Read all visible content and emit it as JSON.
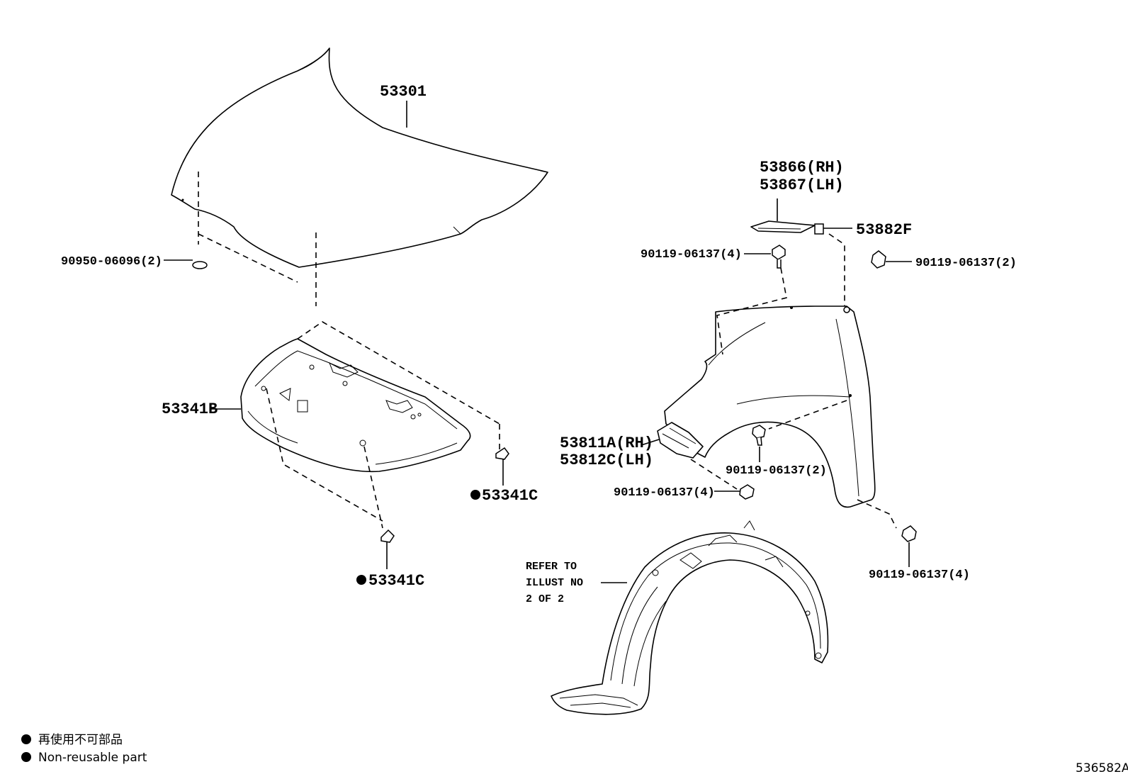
{
  "callouts": {
    "hood": "53301",
    "hood_clip": "90950-06096(2)",
    "insulator": "53341B",
    "insulator_clip_right": "53341C",
    "insulator_clip_bottom": "53341C",
    "fender_seal_rh": "53866(RH)",
    "fender_seal_lh": "53867(LH)",
    "seal_clip": "53882F",
    "bolt_top_left": "90119-06137(4)",
    "bolt_top_right": "90119-06137(2)",
    "bracket_rh": "53811A(RH)",
    "bracket_lh": "53812C(LH)",
    "bolt_wheel_arch": "90119-06137(2)",
    "bolt_bracket": "90119-06137(4)",
    "bolt_lower_rear": "90119-06137(4)",
    "liner_note": [
      "REFER TO",
      "ILLUST NO",
      "2 OF 2"
    ]
  },
  "legend": {
    "line1": "再使用不可部品",
    "line2": "Non-reusable part"
  },
  "illustration_id": "536582A"
}
